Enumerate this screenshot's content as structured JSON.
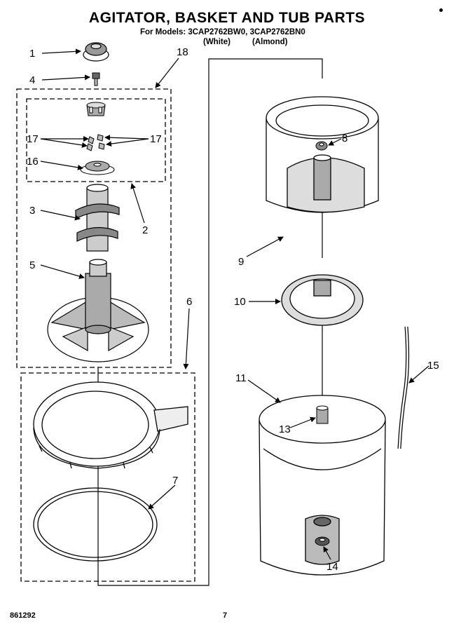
{
  "title": "AGITATOR, BASKET AND TUB PARTS",
  "models_line": "For Models: 3CAP2762BW0, 3CAP2762BN0",
  "variants": [
    "(White)",
    "(Almond)"
  ],
  "footer": {
    "doc_code": "861292",
    "page_number": "7"
  },
  "callouts": [
    "1",
    "4",
    "18",
    "17",
    "17",
    "16",
    "3",
    "2",
    "5",
    "6",
    "7",
    "8",
    "9",
    "10",
    "11",
    "13",
    "14",
    "15"
  ]
}
